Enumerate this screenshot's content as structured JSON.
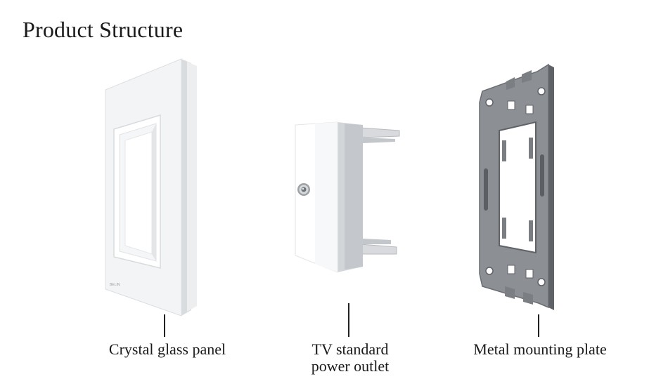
{
  "heading": "Product Structure",
  "parts": [
    {
      "label": "Crystal glass panel",
      "brand_mark": "BELIN"
    },
    {
      "label_line1": "TV standard",
      "label_line2": "power outlet"
    },
    {
      "label": "Metal mounting plate"
    }
  ],
  "colors": {
    "glass": "#f2f3f4",
    "glass_edge": "#d6d9dc",
    "module": "#ffffff",
    "module_side": "#c9ccd0",
    "metal": "#8a8d92",
    "metal_dark": "#5f6267",
    "text": "#1a1a1a"
  }
}
